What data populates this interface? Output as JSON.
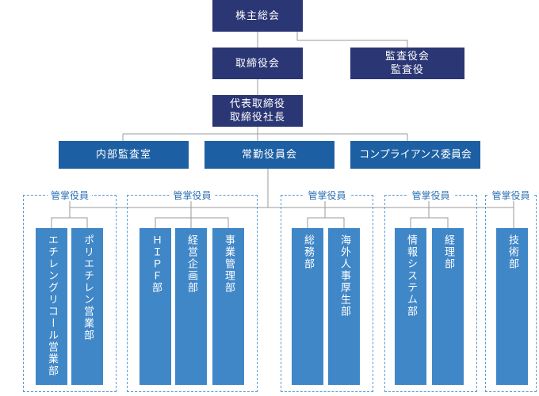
{
  "colors": {
    "navy": "#2b3674",
    "blue": "#1d5fa3",
    "dept": "#4087c8",
    "dashed": "#5a9bd5",
    "line": "#999999"
  },
  "org": {
    "shareholders": "株主総会",
    "board": "取締役会",
    "auditors_line1": "監査役会",
    "auditors_line2": "監査役",
    "president_line1": "代表取締役",
    "president_line2": "取締役社長",
    "internal_audit": "内部監査室",
    "executive_committee": "常勤役員会",
    "compliance": "コンプライアンス委員会"
  },
  "groups": [
    {
      "label": "管掌役員",
      "departments": [
        "エチレングリコール営業部",
        "ポリエチレン営業部"
      ]
    },
    {
      "label": "管掌役員",
      "departments": [
        "ＨＩＰＦ部",
        "経営企画部",
        "事業管理部"
      ]
    },
    {
      "label": "管掌役員",
      "departments": [
        "総務部",
        "海外人事厚生部"
      ]
    },
    {
      "label": "管掌役員",
      "departments": [
        "情報システム部",
        "経理部"
      ]
    },
    {
      "label": "管掌役員",
      "departments": [
        "技術部"
      ]
    }
  ]
}
